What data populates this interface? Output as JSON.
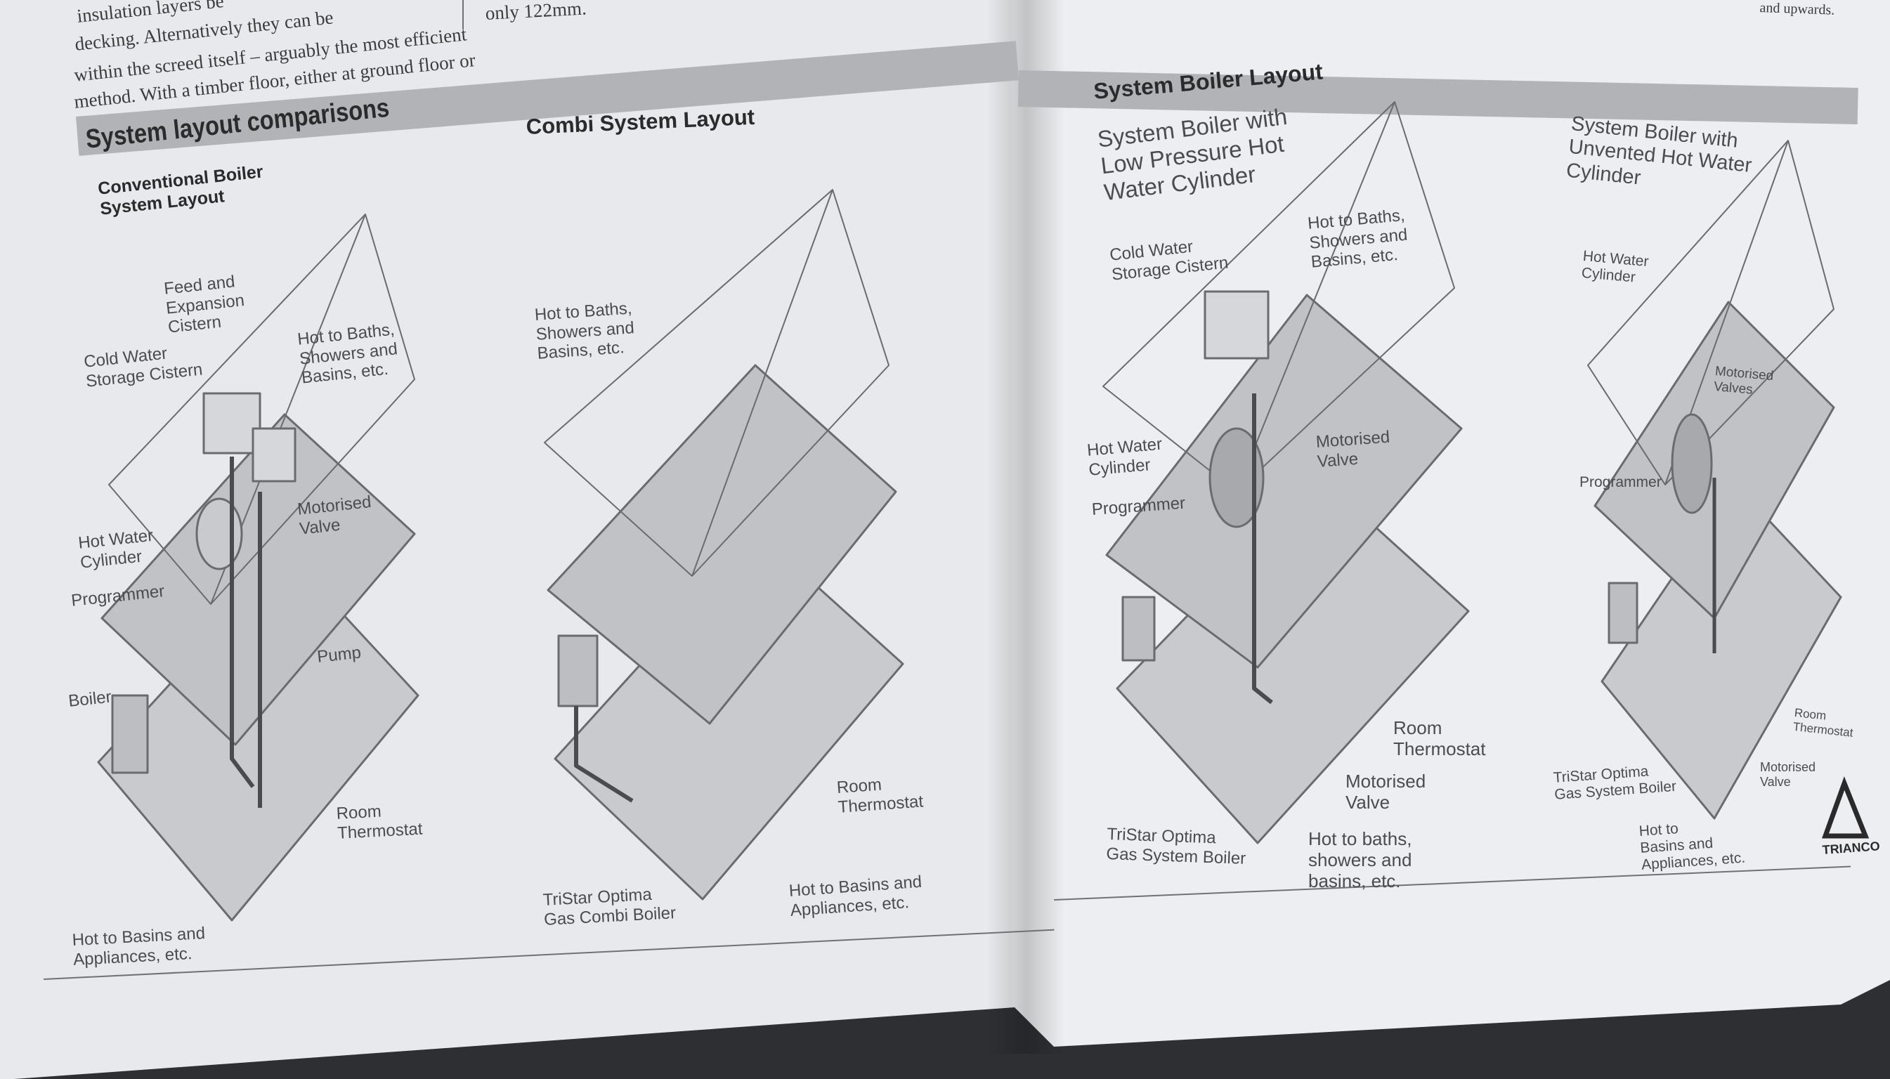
{
  "intro": {
    "col1_lines": [
      "insulation layers be",
      "decking. Alternatively they can be",
      "within the screed itself – arguably the most efficient",
      "method. With a timber floor, either at ground floor or"
    ],
    "col2": "only 122mm.",
    "right_corner": "and upwards."
  },
  "left_page": {
    "section_title": "System layout comparisons",
    "conventional": {
      "title": "Conventional Boiler\nSystem Layout",
      "labels": {
        "feed_expansion": "Feed and\nExpansion\nCistern",
        "cold_water": "Cold Water\nStorage Cistern",
        "hot_baths": "Hot to Baths,\nShowers and\nBasins, etc.",
        "motorised_valve": "Motorised\nValve",
        "hot_water_cylinder": "Hot Water\nCylinder",
        "programmer": "Programmer",
        "pump": "Pump",
        "boiler": "Boiler",
        "room_thermostat": "Room\nThermostat",
        "hot_basins": "Hot to Basins and\nAppliances, etc."
      }
    },
    "combi": {
      "title": "Combi System Layout",
      "labels": {
        "hot_baths": "Hot to Baths,\nShowers and\nBasins, etc.",
        "room_thermostat": "Room\nThermostat",
        "boiler": "TriStar Optima\nGas Combi Boiler",
        "hot_basins": "Hot to Basins and\nAppliances, etc."
      }
    }
  },
  "right_page": {
    "section_title": "System Boiler Layout",
    "low_pressure": {
      "title": "System Boiler with\nLow Pressure Hot\nWater Cylinder",
      "labels": {
        "cold_water": "Cold Water\nStorage Cistern",
        "hot_baths": "Hot to Baths,\nShowers and\nBasins, etc.",
        "motorised_valve": "Motorised\nValve",
        "hot_water_cylinder": "Hot Water\nCylinder",
        "programmer": "Programmer",
        "room_thermostat": "Room\nThermostat",
        "motorised_valve_2": "Motorised\nValve",
        "boiler": "TriStar Optima\nGas System Boiler",
        "hot_basins": "Hot to baths,\nshowers and\nbasins, etc."
      }
    },
    "unvented": {
      "title": "System Boiler with\nUnvented Hot Water\nCylinder",
      "labels": {
        "hot_water_cylinder": "Hot Water\nCylinder",
        "motorised_valves": "Motorised\nValves",
        "programmer": "Programmer",
        "room_thermostat": "Room\nThermostat",
        "motorised_valve": "Motorised\nValve",
        "boiler": "TriStar Optima\nGas System Boiler",
        "hot_basins": "Hot to\nBasins and\nAppliances, etc."
      }
    },
    "logo_text": "TRIANCO"
  },
  "colors": {
    "band": "#b2b3b6",
    "page": "#e8e9ec",
    "floor": "#c9cacd",
    "pipe": "#5a5b5e"
  }
}
